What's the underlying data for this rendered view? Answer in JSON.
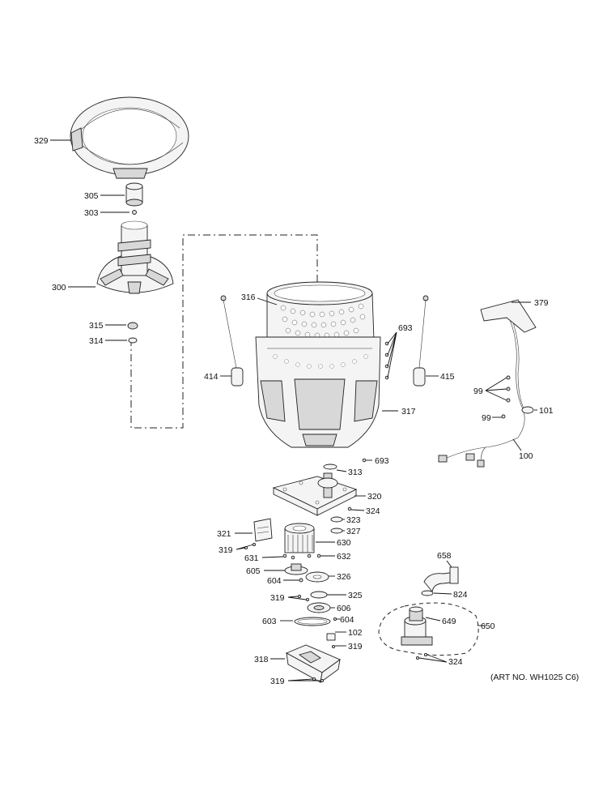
{
  "art_number": "(ART NO. WH1025 C6)",
  "callouts": {
    "c329": "329",
    "c305": "305",
    "c303": "303",
    "c300": "300",
    "c315": "315",
    "c314": "314",
    "c316": "316",
    "c414": "414",
    "c415": "415",
    "c693a": "693",
    "c317": "317",
    "c693b": "693",
    "c379": "379",
    "c99a": "99",
    "c99b": "99",
    "c101": "101",
    "c100": "100",
    "c313": "313",
    "c320": "320",
    "c324a": "324",
    "c323": "323",
    "c327": "327",
    "c321": "321",
    "c630": "630",
    "c319a": "319",
    "c631": "631",
    "c632": "632",
    "c605": "605",
    "c604a": "604",
    "c326": "326",
    "c319b": "319",
    "c325": "325",
    "c606": "606",
    "c603": "603",
    "c604b": "604",
    "c102": "102",
    "c319c": "319",
    "c318": "318",
    "c319d": "319",
    "c658": "658",
    "c824": "824",
    "c649": "649",
    "c650": "650",
    "c324b": "324"
  }
}
